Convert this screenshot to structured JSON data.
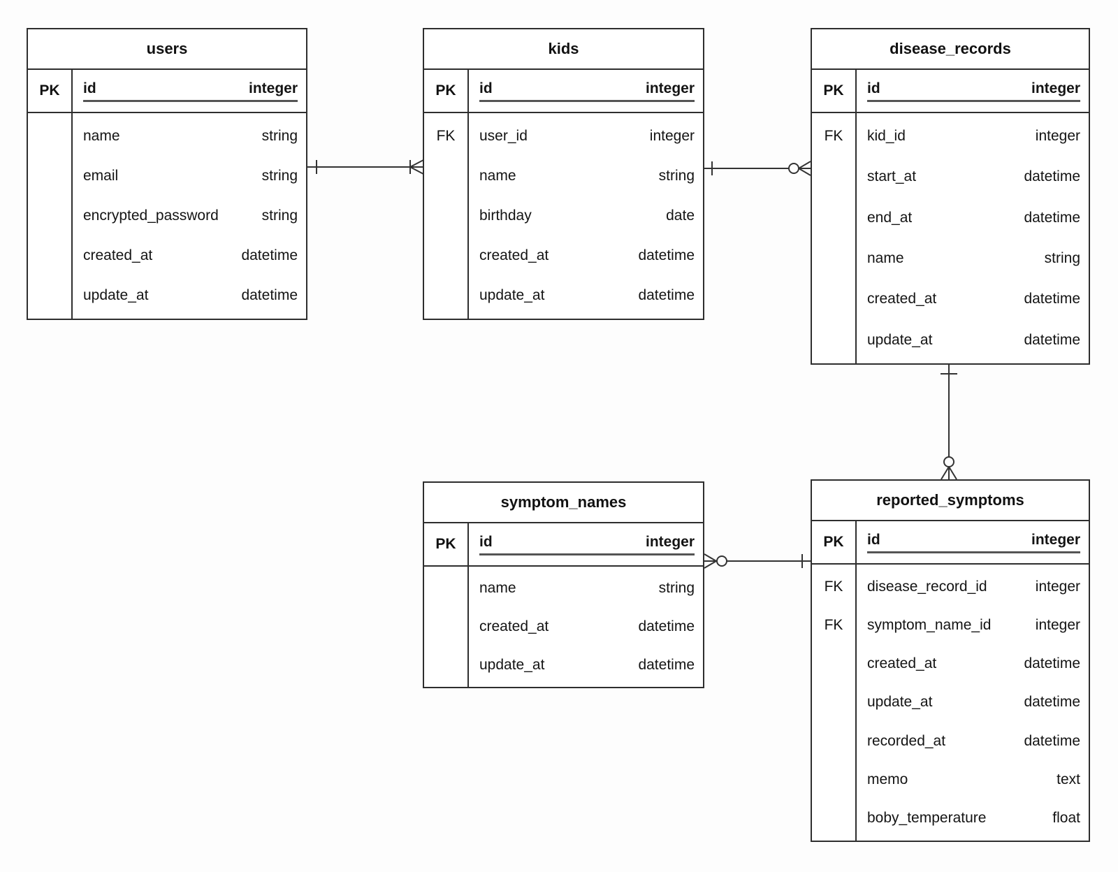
{
  "diagram": {
    "kind": "entity-relationship-diagram",
    "notation": "crow-foot",
    "colors": {
      "border": "#2e2e2e",
      "text": "#141414",
      "background": "#ffffff",
      "underline": "#555555"
    },
    "tables": {
      "users": {
        "title": "users",
        "rows": [
          {
            "key": "PK",
            "field": "id",
            "type": "integer"
          },
          {
            "key": "",
            "field": "name",
            "type": "string"
          },
          {
            "key": "",
            "field": "email",
            "type": "string"
          },
          {
            "key": "",
            "field": "encrypted_password",
            "type": "string"
          },
          {
            "key": "",
            "field": "created_at",
            "type": "datetime"
          },
          {
            "key": "",
            "field": "update_at",
            "type": "datetime"
          }
        ]
      },
      "kids": {
        "title": "kids",
        "rows": [
          {
            "key": "PK",
            "field": "id",
            "type": "integer"
          },
          {
            "key": "FK",
            "field": "user_id",
            "type": "integer"
          },
          {
            "key": "",
            "field": "name",
            "type": "string"
          },
          {
            "key": "",
            "field": "birthday",
            "type": "date"
          },
          {
            "key": "",
            "field": "created_at",
            "type": "datetime"
          },
          {
            "key": "",
            "field": "update_at",
            "type": "datetime"
          }
        ]
      },
      "disease_records": {
        "title": "disease_records",
        "rows": [
          {
            "key": "PK",
            "field": "id",
            "type": "integer"
          },
          {
            "key": "FK",
            "field": "kid_id",
            "type": "integer"
          },
          {
            "key": "",
            "field": "start_at",
            "type": "datetime"
          },
          {
            "key": "",
            "field": "end_at",
            "type": "datetime"
          },
          {
            "key": "",
            "field": "name",
            "type": "string"
          },
          {
            "key": "",
            "field": "created_at",
            "type": "datetime"
          },
          {
            "key": "",
            "field": "update_at",
            "type": "datetime"
          }
        ]
      },
      "symptom_names": {
        "title": "symptom_names",
        "rows": [
          {
            "key": "PK",
            "field": "id",
            "type": "integer"
          },
          {
            "key": "",
            "field": "name",
            "type": "string"
          },
          {
            "key": "",
            "field": "created_at",
            "type": "datetime"
          },
          {
            "key": "",
            "field": "update_at",
            "type": "datetime"
          }
        ]
      },
      "reported_symptoms": {
        "title": "reported_symptoms",
        "rows": [
          {
            "key": "PK",
            "field": "id",
            "type": "integer"
          },
          {
            "key": "FK",
            "field": "disease_record_id",
            "type": "integer"
          },
          {
            "key": "FK",
            "field": "symptom_name_id",
            "type": "integer"
          },
          {
            "key": "",
            "field": "created_at",
            "type": "datetime"
          },
          {
            "key": "",
            "field": "update_at",
            "type": "datetime"
          },
          {
            "key": "",
            "field": "recorded_at",
            "type": "datetime"
          },
          {
            "key": "",
            "field": "memo",
            "type": "text"
          },
          {
            "key": "",
            "field": "boby_temperature",
            "type": "float"
          }
        ]
      }
    },
    "relationships": [
      {
        "from": "users",
        "to": "kids",
        "from_end": "one",
        "to_end": "one-or-many"
      },
      {
        "from": "kids",
        "to": "disease_records",
        "from_end": "one",
        "to_end": "zero-or-many"
      },
      {
        "from": "disease_records",
        "to": "reported_symptoms",
        "from_end": "one",
        "to_end": "zero-or-many"
      },
      {
        "from": "symptom_names",
        "to": "reported_symptoms",
        "from_end": "zero-or-many",
        "to_end": "one"
      }
    ]
  }
}
